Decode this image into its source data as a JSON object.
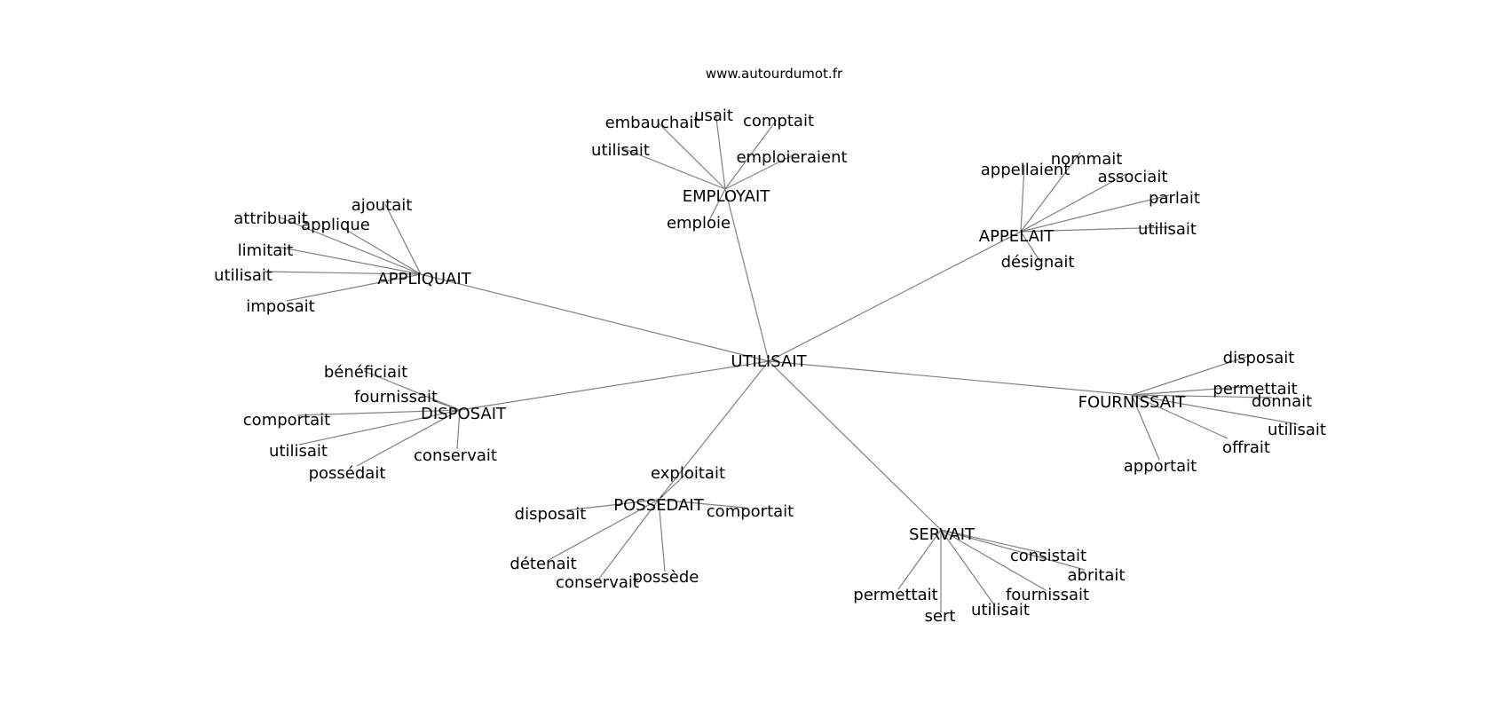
{
  "source": "www.autourdumot.fr",
  "center": "UTILISAIT",
  "clusters": [
    {
      "hub": "EMPLOYAIT",
      "leaves": [
        "embauchait",
        "usait",
        "comptait",
        "utilisait",
        "emploieraient",
        "emploie"
      ]
    },
    {
      "hub": "APPELAIT",
      "leaves": [
        "appellaient",
        "nommait",
        "associait",
        "parlait",
        "utilisait",
        "désignait"
      ]
    },
    {
      "hub": "APPLIQUAIT",
      "leaves": [
        "ajoutait",
        "attribuait",
        "applique",
        "limitait",
        "utilisait",
        "imposait"
      ]
    },
    {
      "hub": "DISPOSAIT",
      "leaves": [
        "bénéficiait",
        "fournissait",
        "comportait",
        "utilisait",
        "conservait",
        "possédait"
      ]
    },
    {
      "hub": "FOURNISSAIT",
      "leaves": [
        "disposait",
        "permettait",
        "donnait",
        "utilisait",
        "offrait",
        "apportait"
      ]
    },
    {
      "hub": "POSSÉDAIT",
      "leaves": [
        "exploitait",
        "disposait",
        "comportait",
        "détenait",
        "conservait",
        "possède"
      ]
    },
    {
      "hub": "SERVAIT",
      "leaves": [
        "consistait",
        "abritait",
        "fournissait",
        "permettait",
        "sert",
        "utilisait"
      ]
    }
  ]
}
